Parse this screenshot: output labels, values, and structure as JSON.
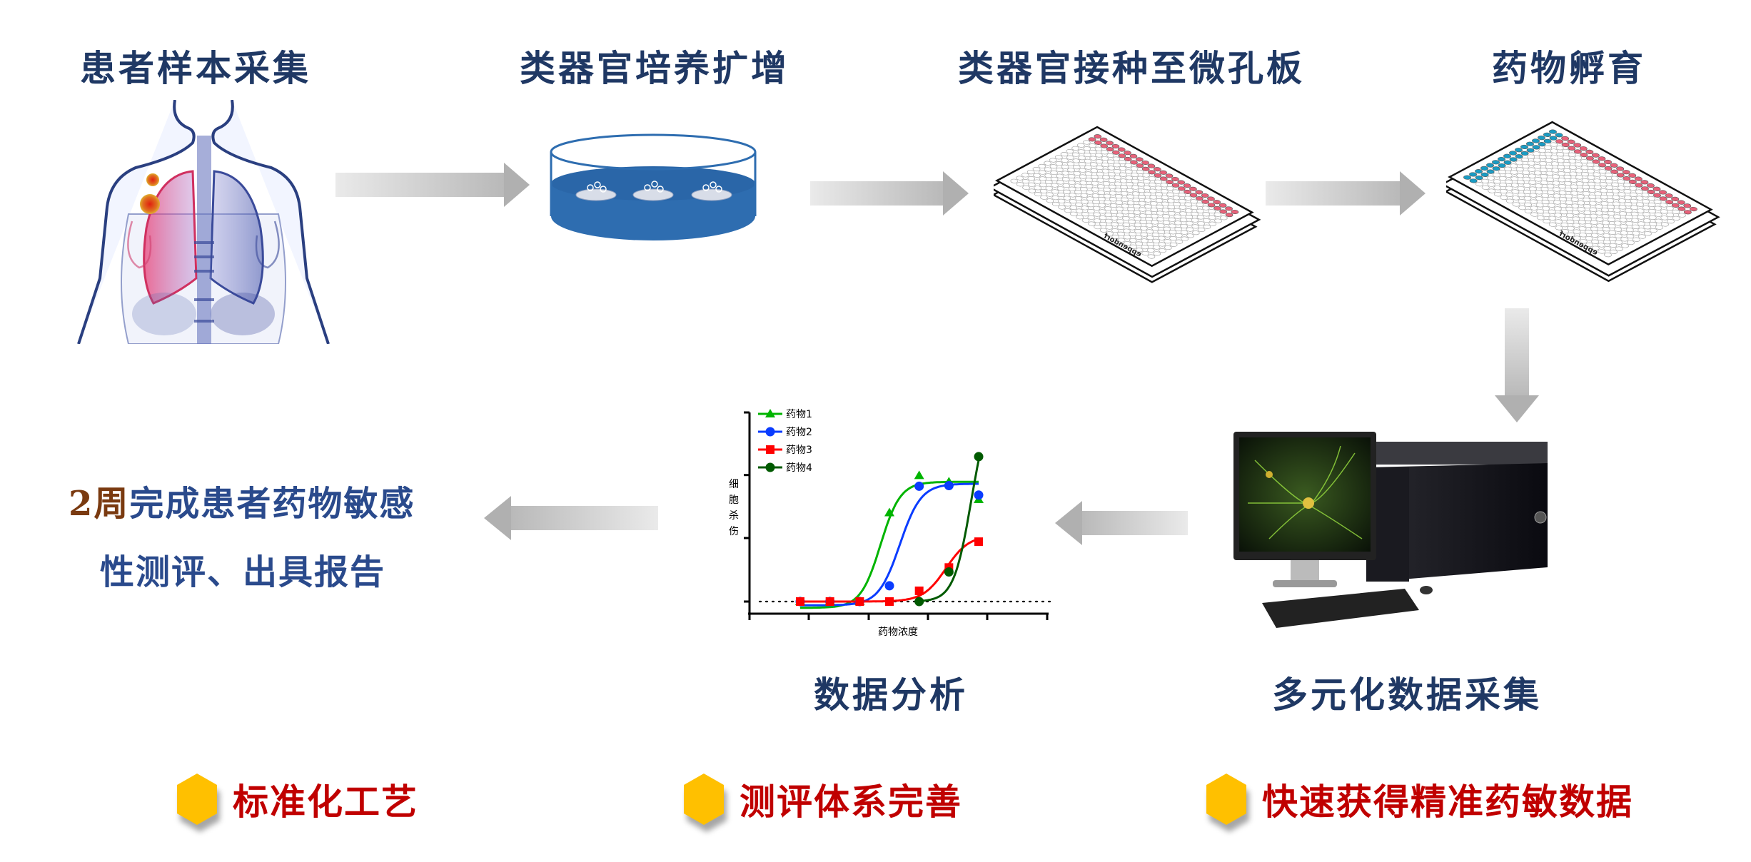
{
  "steps": {
    "sample": "患者样本采集",
    "expand": "类器官培养扩增",
    "seed": "类器官接种至微孔板",
    "incubate": "药物孵育",
    "acquire": "多元化数据采集",
    "analyze": "数据分析"
  },
  "summary": {
    "highlight": "2周",
    "line1_rest": "完成患者药物敏感",
    "line2": "性测评、出具报告"
  },
  "features": [
    {
      "label": "标准化工艺"
    },
    {
      "label": "测评体系完善"
    },
    {
      "label": "快速获得精准药敏数据"
    }
  ],
  "plate_brand": "eppendorf",
  "colors": {
    "title": "#1f3864",
    "feature_text": "#c00000",
    "bullet": "#ffc000",
    "well_red": "#e8627a",
    "well_blue": "#1a9cc4"
  },
  "chart_data": {
    "type": "line",
    "title": "",
    "xlabel": "药物浓度",
    "ylabel": "细胞杀伤",
    "x": [
      1,
      2,
      3,
      4,
      5,
      6,
      7
    ],
    "ylim": [
      -0.1,
      3
    ],
    "grid": false,
    "legend": "top-left",
    "series": [
      {
        "name": "药物1",
        "color": "#00b400",
        "marker": "triangle",
        "x": [
          1,
          2,
          3,
          4,
          5,
          6,
          7
        ],
        "values": [
          0,
          0,
          0,
          1.41,
          2.0,
          1.9,
          1.62
        ],
        "fit": {
          "bottom": -0.1,
          "top": 1.9,
          "ec50": 3.7,
          "k": 3.0
        }
      },
      {
        "name": "药物2",
        "color": "#0a3cff",
        "marker": "circle",
        "x": [
          1,
          2,
          3,
          4,
          5,
          6,
          7
        ],
        "values": [
          0,
          0,
          0,
          0.25,
          1.83,
          1.84,
          1.69
        ],
        "fit": {
          "bottom": -0.06,
          "top": 1.87,
          "ec50": 4.35,
          "k": 2.8
        }
      },
      {
        "name": "药物3",
        "color": "#ff0000",
        "marker": "square",
        "x": [
          1,
          2,
          3,
          4,
          5,
          6,
          7
        ],
        "values": [
          0,
          0,
          0,
          0,
          0.17,
          0.54,
          0.95
        ],
        "fit": {
          "bottom": 0,
          "top": 1.05,
          "ec50": 5.9,
          "k": 2.6
        }
      },
      {
        "name": "药物4",
        "color": "#005a00",
        "marker": "circle",
        "x": [
          5,
          6,
          7
        ],
        "values": [
          0,
          0.47,
          2.3
        ],
        "fit": {
          "bottom": 0,
          "top": 3.2,
          "ec50": 6.75,
          "k": 3.4
        }
      }
    ]
  }
}
